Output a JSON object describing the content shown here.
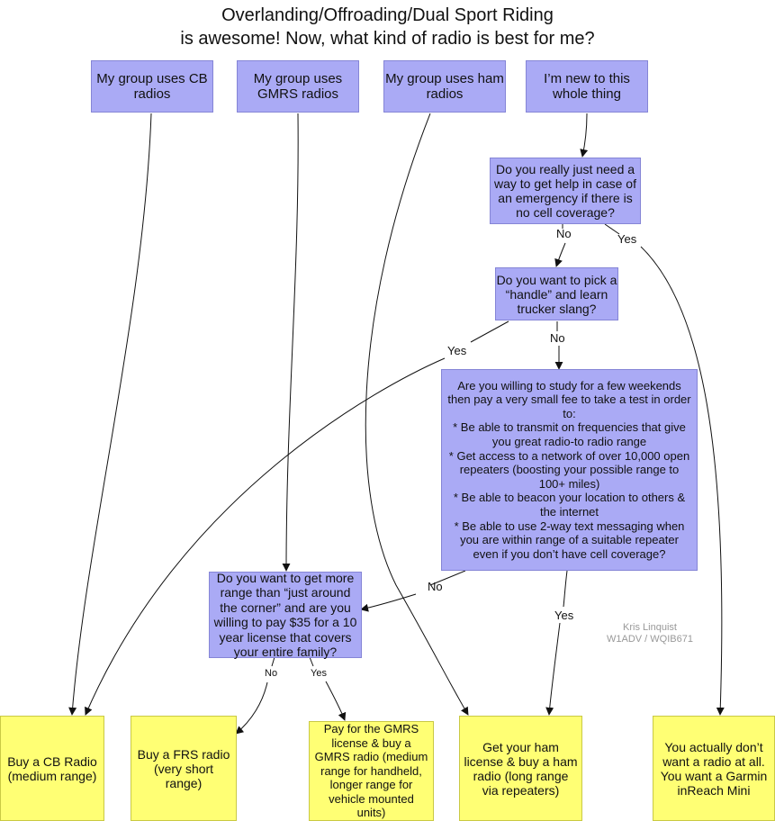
{
  "title": {
    "line1": "Overlanding/Offroading/Dual Sport Riding",
    "line2": "is awesome! Now, what kind of radio is best for me?"
  },
  "start": {
    "cb": "My group uses CB radios",
    "gmrs": "My group uses GMRS radios",
    "ham": "My group uses ham radios",
    "new": "I’m new to this whole thing"
  },
  "questions": {
    "emergency": "Do you really just need a way to get help in case of an emergency if there is no cell coverage?",
    "handle": "Do you want to pick a “handle” and learn trucker slang?",
    "study": {
      "line1": "Are you willing to study for a few weekends then pay a very small fee to take a test in order to:",
      "line2": "* Be able to transmit on frequencies that give you great radio-to radio range",
      "line3": "* Get access to a network of over 10,000 open repeaters (boosting your possible range to 100+ miles)",
      "line4": "* Be able to beacon your location to others & the internet",
      "line5": "* Be able to use 2-way text messaging when you are within range of a suitable repeater even if you don’t have cell coverage?"
    },
    "range": "Do you want to get more range than “just around the corner” and are you willing to pay $35 for a 10 year license that covers your entire family?"
  },
  "answers": {
    "cb": "Buy a CB Radio (medium range)",
    "frs": "Buy a FRS radio (very short range)",
    "gmrs": "Pay for the GMRS license & buy a GMRS radio (medium range for handheld, longer range for vehicle mounted units)",
    "ham": "Get your ham license & buy a ham radio (long range via repeaters)",
    "garmin": "You actually don’t want a radio at all. You want a Garmin inReach Mini"
  },
  "labels": {
    "emergency_no": "No",
    "emergency_yes": "Yes",
    "handle_no": "No",
    "handle_yes": "Yes",
    "study_no": "No",
    "study_yes": "Yes",
    "range_no": "No",
    "range_yes": "Yes"
  },
  "credit": {
    "name": "Kris Linquist",
    "callsign": "W1ADV / WQIB671"
  },
  "colors": {
    "question_fill": "#aaaaf5",
    "answer_fill": "#ffff74",
    "connector": "#111111"
  }
}
